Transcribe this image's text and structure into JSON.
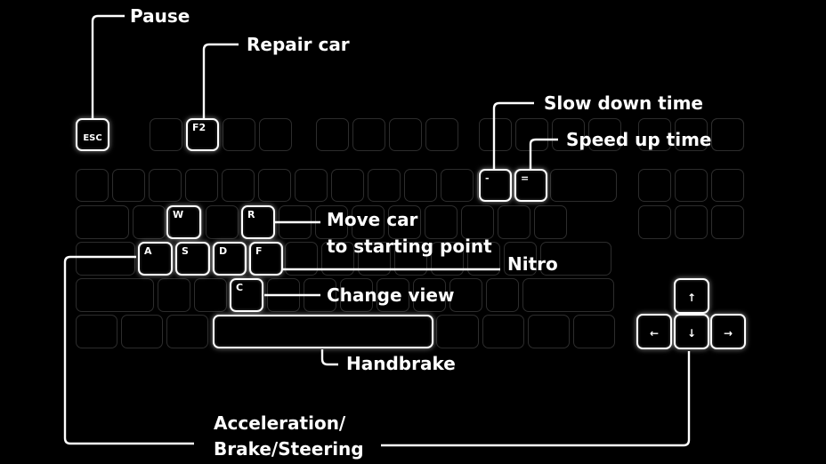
{
  "keys": {
    "esc": "ESC",
    "f2": "F2",
    "minus": "-",
    "equals": "=",
    "w": "W",
    "r": "R",
    "a": "A",
    "s": "S",
    "d": "D",
    "f": "F",
    "c": "C",
    "space": "",
    "up": "↑",
    "left": "←",
    "down": "↓",
    "right": "→"
  },
  "labels": {
    "pause": "Pause",
    "repair_car": "Repair car",
    "slow_down_time": "Slow down time",
    "speed_up_time": "Speed up time",
    "move_car_line1": "Move car",
    "move_car_line2": "to starting point",
    "nitro": "Nitro",
    "change_view": "Change view",
    "handbrake": "Handbrake",
    "accel_line1": "Acceleration/",
    "accel_line2": "Brake/Steering"
  },
  "colors": {
    "background": "#000000",
    "highlight": "#ffffff",
    "inactive_key": "#2d2d2d"
  }
}
